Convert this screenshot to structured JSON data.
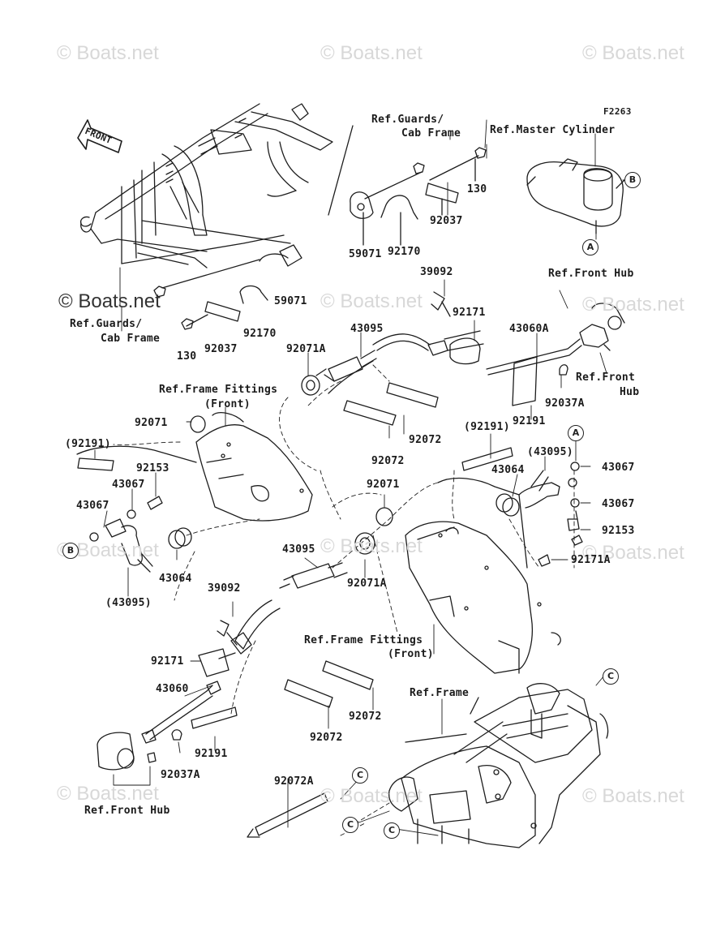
{
  "figure_id": "F2263",
  "watermark": "© Boats.net",
  "watermark_dark": "© Boats.net",
  "markers": {
    "a": "A",
    "b": "B",
    "c": "C"
  },
  "refs": {
    "guards_cab_frame_top_1": "Ref.Guards/",
    "guards_cab_frame_top_2": "Cab Frame",
    "master_cylinder": "Ref.Master Cylinder",
    "front_hub_top": "Ref.Front Hub",
    "guards_cab_frame_left_1": "Ref.Guards/",
    "guards_cab_frame_left_2": "Cab Frame",
    "front_hub_right_1": "Ref.Front",
    "front_hub_right_2": "Hub",
    "frame_fittings_left_1": "Ref.Frame Fittings",
    "frame_fittings_left_2": "(Front)",
    "frame_fittings_mid_1": "Ref.Frame Fittings",
    "frame_fittings_mid_2": "(Front)",
    "frame": "Ref.Frame",
    "front_hub_bottom": "Ref.Front Hub"
  },
  "parts": {
    "p130_top": "130",
    "p92037_top": "92037",
    "p59071_top": "59071",
    "p92170_top": "92170",
    "p59071_left": "59071",
    "p92170_left": "92170",
    "p92037_left": "92037",
    "p130_left": "130",
    "p39092_top": "39092",
    "p92171_top": "92171",
    "p43060A": "43060A",
    "p43095_top": "43095",
    "p92071A_top": "92071A",
    "p92037A_top": "92037A",
    "p92191_top": "92191",
    "p92072_a": "92072",
    "p92072_b": "92072",
    "p92071_left": "92071",
    "p92191_paren_left": "(92191)",
    "p92153_left": "92153",
    "p43067_left_a": "43067",
    "p43067_left_b": "43067",
    "p43064_left": "43064",
    "p43095_paren_left": "(43095)",
    "p92191_paren_mid": "(92191)",
    "p43095_paren_mid": "(43095)",
    "p43064_mid": "43064",
    "p43067_right_a": "43067",
    "p43067_right_b": "43067",
    "p92153_right": "92153",
    "p92171A": "92171A",
    "p92071_mid": "92071",
    "p43095_mid": "43095",
    "p92071A_mid": "92071A",
    "p39092_bottom": "39092",
    "p92171_bottom": "92171",
    "p43060": "43060",
    "p92191_bottom": "92191",
    "p92037A_bottom": "92037A",
    "p92072_c": "92072",
    "p92072_d": "92072",
    "p92072A": "92072A"
  }
}
